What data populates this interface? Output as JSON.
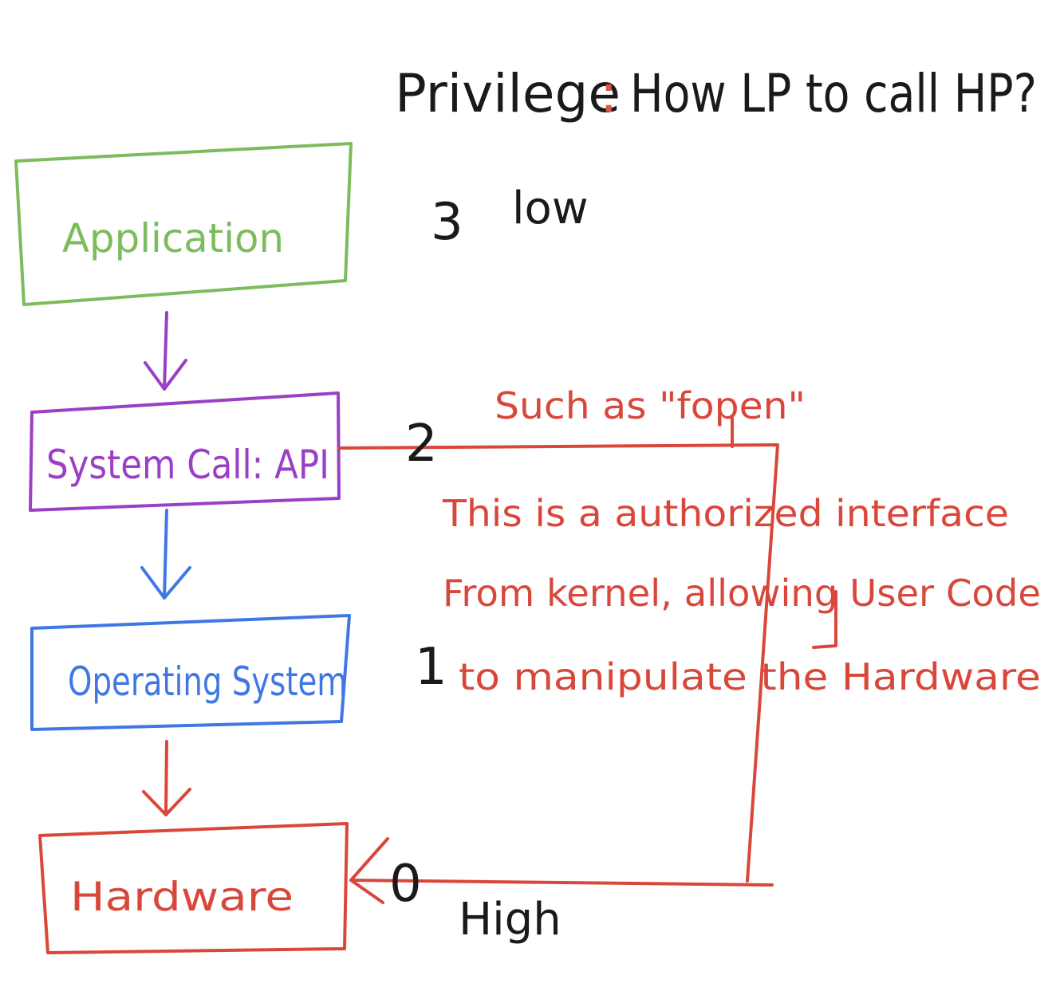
{
  "title": {
    "left": "Privilege",
    "separator": ":",
    "right": "How LP to call HP?"
  },
  "colors": {
    "application": "#7cbc5c",
    "system_call": "#9a3fc6",
    "operating_system": "#3f78e6",
    "hardware": "#d9473b",
    "ink": "#1a1a1a"
  },
  "boxes": {
    "application": "Application",
    "system_call": "System Call: API",
    "operating_system": "Operating System",
    "hardware": "Hardware"
  },
  "levels": {
    "level3": {
      "number": "3",
      "word": "low"
    },
    "level2": {
      "number": "2"
    },
    "level1": {
      "number": "1"
    },
    "level0": {
      "number": "0",
      "word": "High"
    }
  },
  "notes": {
    "example": "Such as \"fopen\"",
    "line1": "This is a authorized interface",
    "line2": "From kernel, allowing User Code",
    "line3": "to manipulate the Hardware"
  }
}
